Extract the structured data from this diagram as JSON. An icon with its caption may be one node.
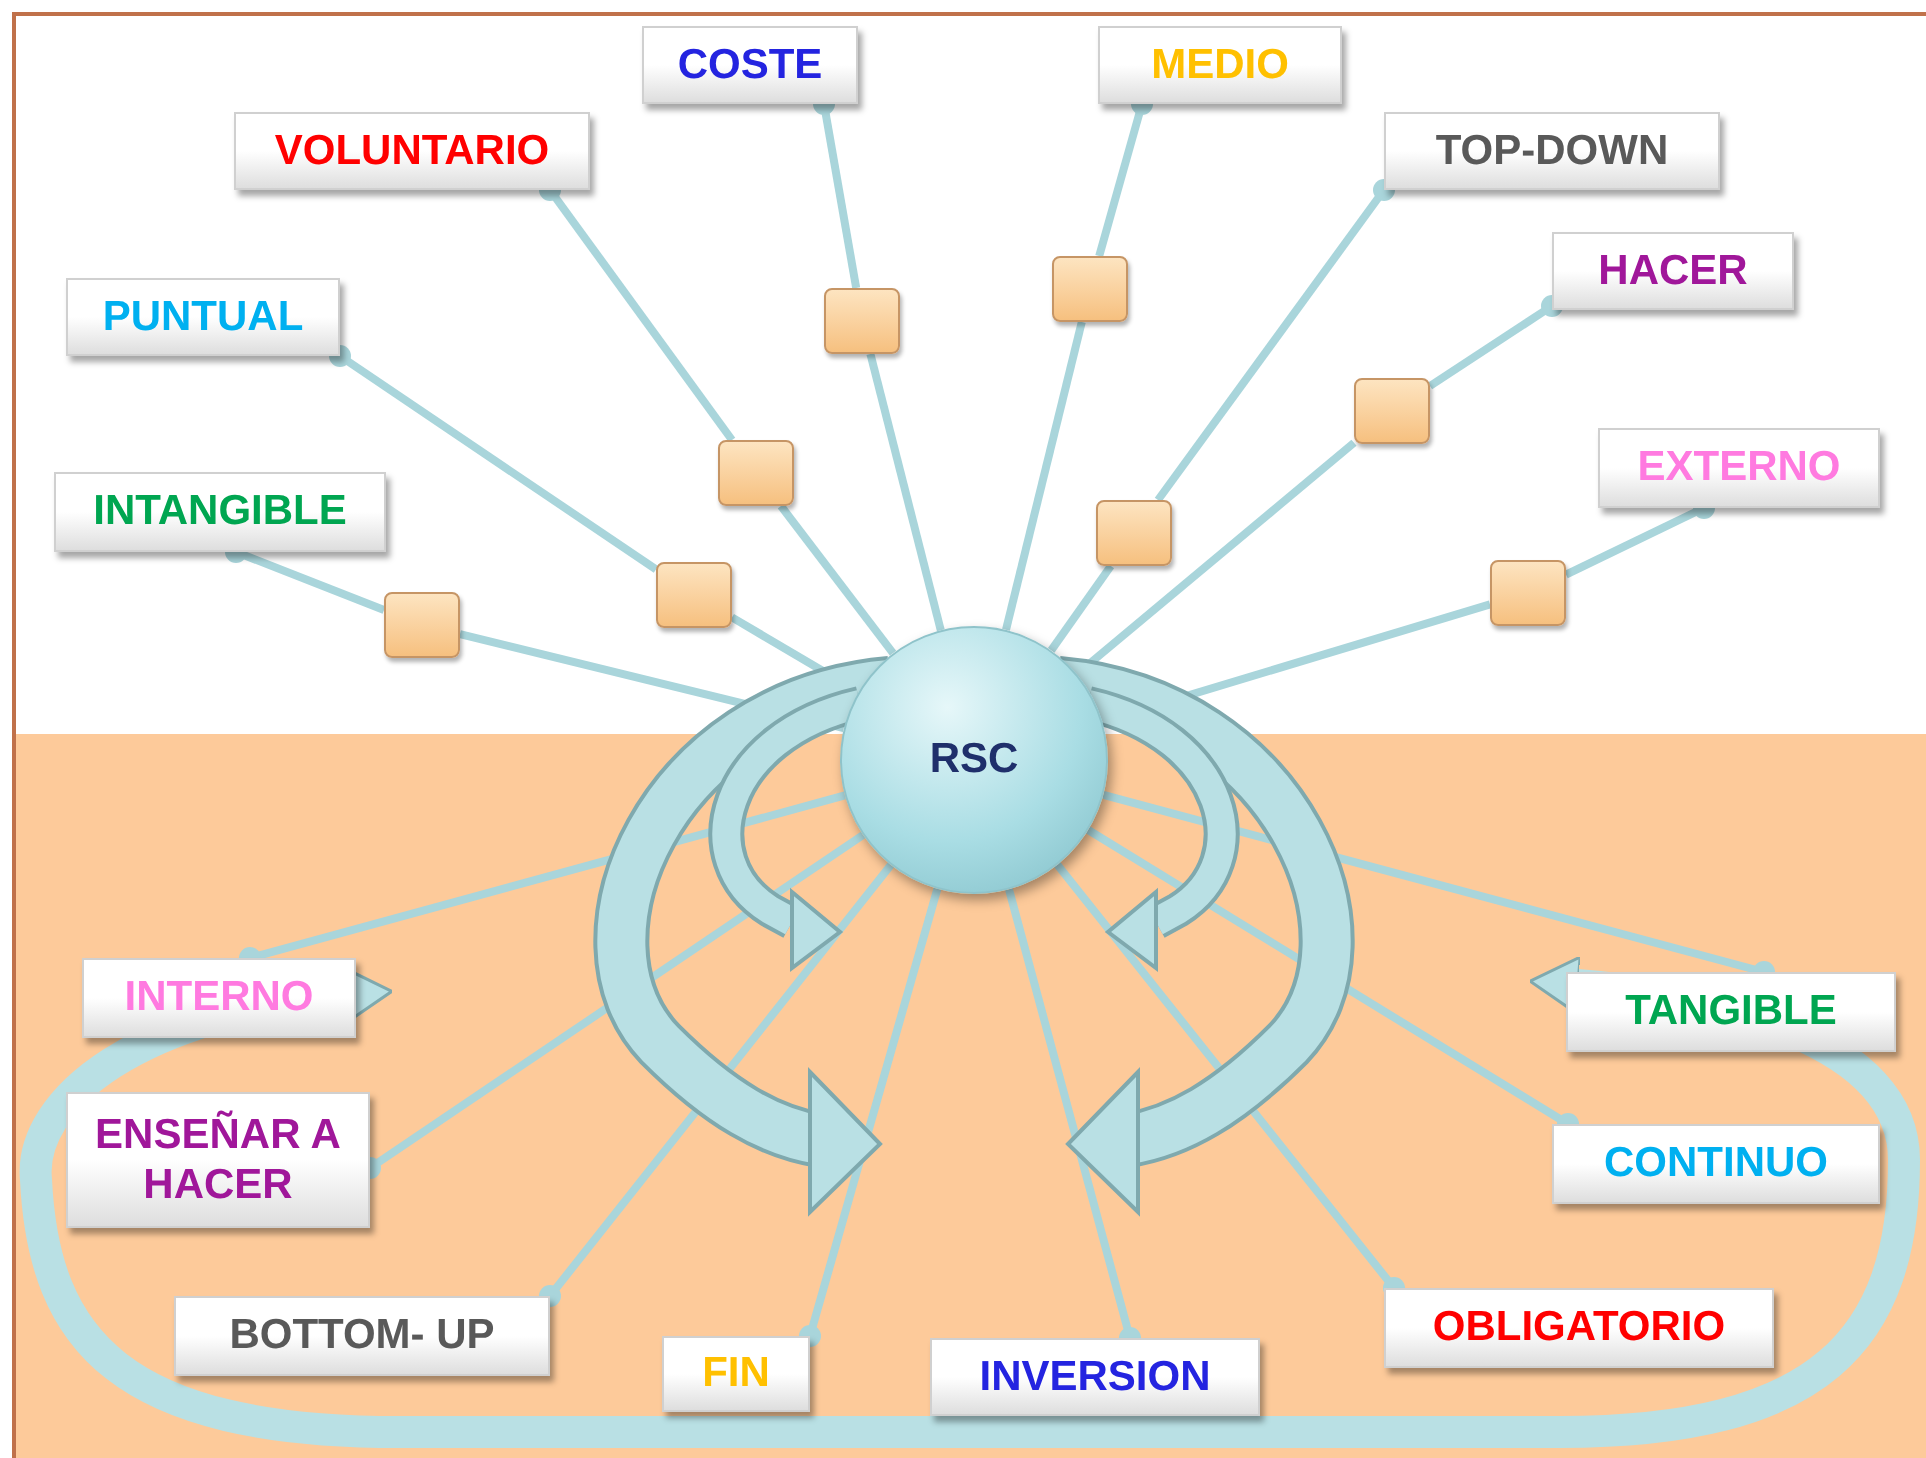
{
  "diagram": {
    "nodes": [
      {
        "text": [
          "COSTE"
        ]
      },
      {
        "text": [
          "MEDIO"
        ]
      },
      {
        "text": [
          "VOLUNTARIO"
        ]
      },
      {
        "text": [
          "TOP-DOWN"
        ]
      },
      {
        "text": [
          "HACER"
        ]
      },
      {
        "text": [
          "PUNTUAL"
        ]
      },
      {
        "text": [
          "EXTERNO"
        ]
      },
      {
        "text": [
          "INTANGIBLE"
        ]
      },
      {
        "text": [],
        "shape": "box"
      },
      {
        "text": [],
        "shape": "box"
      },
      {
        "text": [],
        "shape": "box"
      },
      {
        "text": [],
        "shape": "box"
      },
      {
        "text": [],
        "shape": "box"
      },
      {
        "text": [],
        "shape": "box"
      },
      {
        "text": [],
        "shape": "box"
      },
      {
        "text": [],
        "shape": "box"
      },
      {
        "text": [
          "RSC"
        ]
      },
      {
        "text": [
          "INTERNO"
        ]
      },
      {
        "text": [
          "TANGIBLE"
        ]
      },
      {
        "text": [
          "ENSEÑAR A HACER"
        ]
      },
      {
        "text": [
          "CONTINUO"
        ]
      },
      {
        "text": [
          "OBLIGATORIO"
        ]
      },
      {
        "text": [
          "BOTTOM- UP"
        ]
      },
      {
        "text": [
          "FIN"
        ]
      },
      {
        "text": [
          "INVERSION"
        ]
      }
    ],
    "edges": [
      {
        "from": 16,
        "to": 8,
        "arrow": "none"
      },
      {
        "from": 16,
        "to": 9,
        "arrow": "none"
      },
      {
        "from": 16,
        "to": 10,
        "arrow": "none"
      },
      {
        "from": 16,
        "to": 11,
        "arrow": "none"
      },
      {
        "from": 16,
        "to": 12,
        "arrow": "none"
      },
      {
        "from": 16,
        "to": 13,
        "arrow": "none"
      },
      {
        "from": 16,
        "to": 14,
        "arrow": "none"
      },
      {
        "from": 16,
        "to": 15,
        "arrow": "none"
      },
      {
        "from": 8,
        "to": 7,
        "arrow": "other"
      },
      {
        "from": 9,
        "to": 5,
        "arrow": "other"
      },
      {
        "from": 10,
        "to": 2,
        "arrow": "other"
      },
      {
        "from": 11,
        "to": 0,
        "arrow": "other"
      },
      {
        "from": 12,
        "to": 1,
        "arrow": "other"
      },
      {
        "from": 13,
        "to": 3,
        "arrow": "other"
      },
      {
        "from": 14,
        "to": 4,
        "arrow": "other"
      },
      {
        "from": 15,
        "to": 6,
        "arrow": "other"
      },
      {
        "from": 16,
        "to": 17,
        "arrow": "other"
      },
      {
        "from": 16,
        "to": 18,
        "arrow": "other"
      },
      {
        "from": 16,
        "to": 19,
        "arrow": "other"
      },
      {
        "from": 16,
        "to": 20,
        "arrow": "other"
      },
      {
        "from": 16,
        "to": 21,
        "arrow": "other"
      },
      {
        "from": 16,
        "to": 22,
        "arrow": "other"
      },
      {
        "from": 16,
        "to": 23,
        "arrow": "other"
      },
      {
        "from": 16,
        "to": 24,
        "arrow": "other"
      },
      {
        "from": 17,
        "to": 18,
        "arrow": "both",
        "style": "thick",
        "color": "#b9e0e4"
      }
    ]
  }
}
